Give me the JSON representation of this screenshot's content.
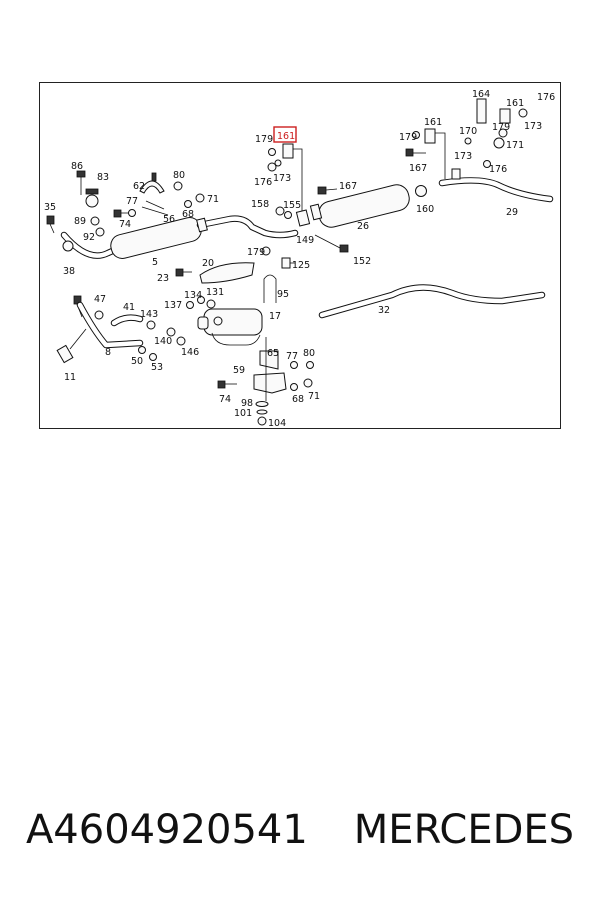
{
  "diagram": {
    "labels": {
      "l86": "86",
      "l83": "83",
      "l62": "62",
      "l80a": "80",
      "l35": "35",
      "l77a": "77",
      "l71a": "71",
      "l68a": "68",
      "l56": "56",
      "l89": "89",
      "l74a": "74",
      "l92": "92",
      "l38": "38",
      "l5": "5",
      "l179a": "179",
      "l161a": "161",
      "l176a": "176",
      "l173a": "173",
      "l158": "158",
      "l155": "155",
      "l149": "149",
      "l167a": "167",
      "l26": "26",
      "l160": "160",
      "l152": "152",
      "l179b": "179",
      "l161b": "161",
      "l167b": "167",
      "l170": "170",
      "l173b": "173",
      "l164": "164",
      "l161c": "161",
      "l176b": "176",
      "l179c": "179",
      "l173c": "173",
      "l171": "171",
      "l176c": "176",
      "l29": "29",
      "l179d": "179",
      "l125": "125",
      "l20": "20",
      "l23": "23",
      "l95": "95",
      "l134": "134",
      "l131": "131",
      "l137": "137",
      "l17": "17",
      "l47": "47",
      "l41": "41",
      "l143": "143",
      "l8": "8",
      "l140": "140",
      "l146": "146",
      "l50": "50",
      "l53": "53",
      "l11": "11",
      "l32": "32",
      "l65": "65",
      "l77b": "77",
      "l80b": "80",
      "l59": "59",
      "l74b": "74",
      "l68b": "68",
      "l71b": "71",
      "l98": "98",
      "l101": "101",
      "l104": "104"
    },
    "highlight_color": "#cc1f1f"
  },
  "caption": {
    "part_number": "A4604920541",
    "brand": "MERCEDES"
  }
}
